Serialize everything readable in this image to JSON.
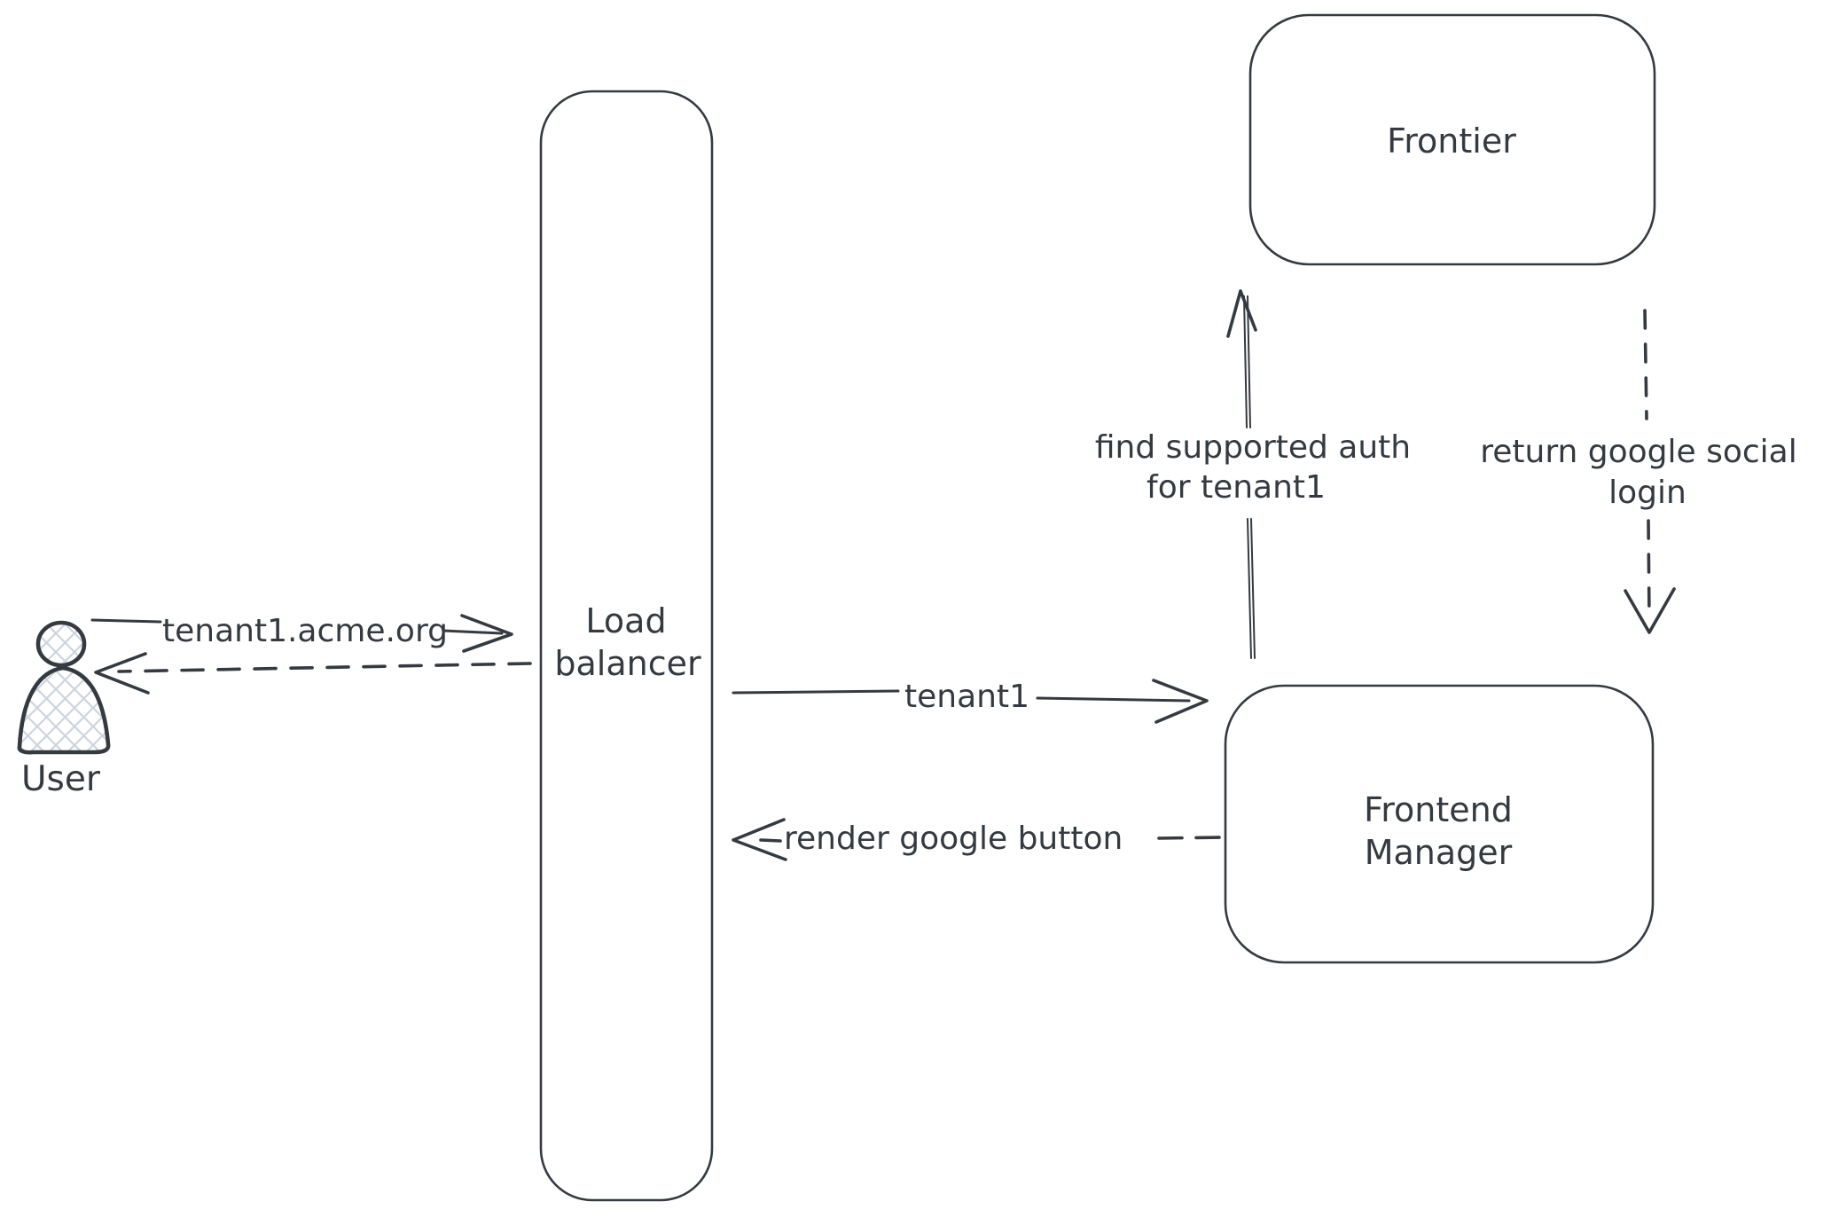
{
  "colors": {
    "stroke": "#343a40",
    "hatch": "#cdd4de",
    "bg": "#ffffff"
  },
  "nodes": {
    "user": {
      "label": "User"
    },
    "load_balancer": {
      "label_line1": "Load",
      "label_line2": "balancer"
    },
    "frontier": {
      "label": "Frontier"
    },
    "frontend_manager": {
      "label_line1": "Frontend",
      "label_line2": "Manager"
    }
  },
  "edges": {
    "user_to_load_balancer": {
      "label": "tenant1.acme.org"
    },
    "load_balancer_to_frontend_manager": {
      "label": "tenant1"
    },
    "frontend_manager_to_load_balancer": {
      "label": "render google button"
    },
    "frontend_manager_to_frontier": {
      "label_line1": "find supported auth",
      "label_line2": "for tenant1"
    },
    "frontier_to_frontend_manager": {
      "label_line1": "return google social",
      "label_line2": "login"
    }
  }
}
